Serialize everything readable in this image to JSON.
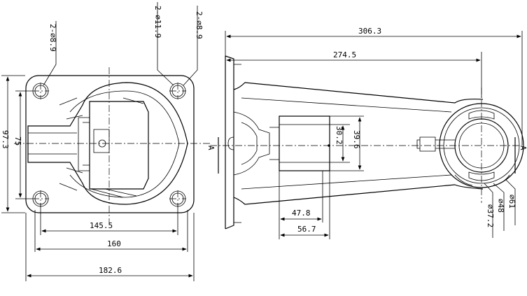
{
  "dimensions": {
    "left_holes": "2-∅8.9",
    "middle_holes": "2-∅11.9",
    "right_holes": "2-∅8.9",
    "height_outer": "97.3",
    "height_holes": "75",
    "width_holes": "145.5",
    "width_mid": "160",
    "width_total": "182.6",
    "length_total": "306.3",
    "length_to_center": "274.5",
    "block_height_inner": "30.2",
    "block_height_outer": "39.6",
    "block_width_inner": "47.8",
    "block_width_outer": "56.7",
    "diam_61": "∅61",
    "diam_48": "∅48",
    "diam_37": "∅37.2",
    "section_a_left": "A",
    "section_a_right": "A"
  }
}
